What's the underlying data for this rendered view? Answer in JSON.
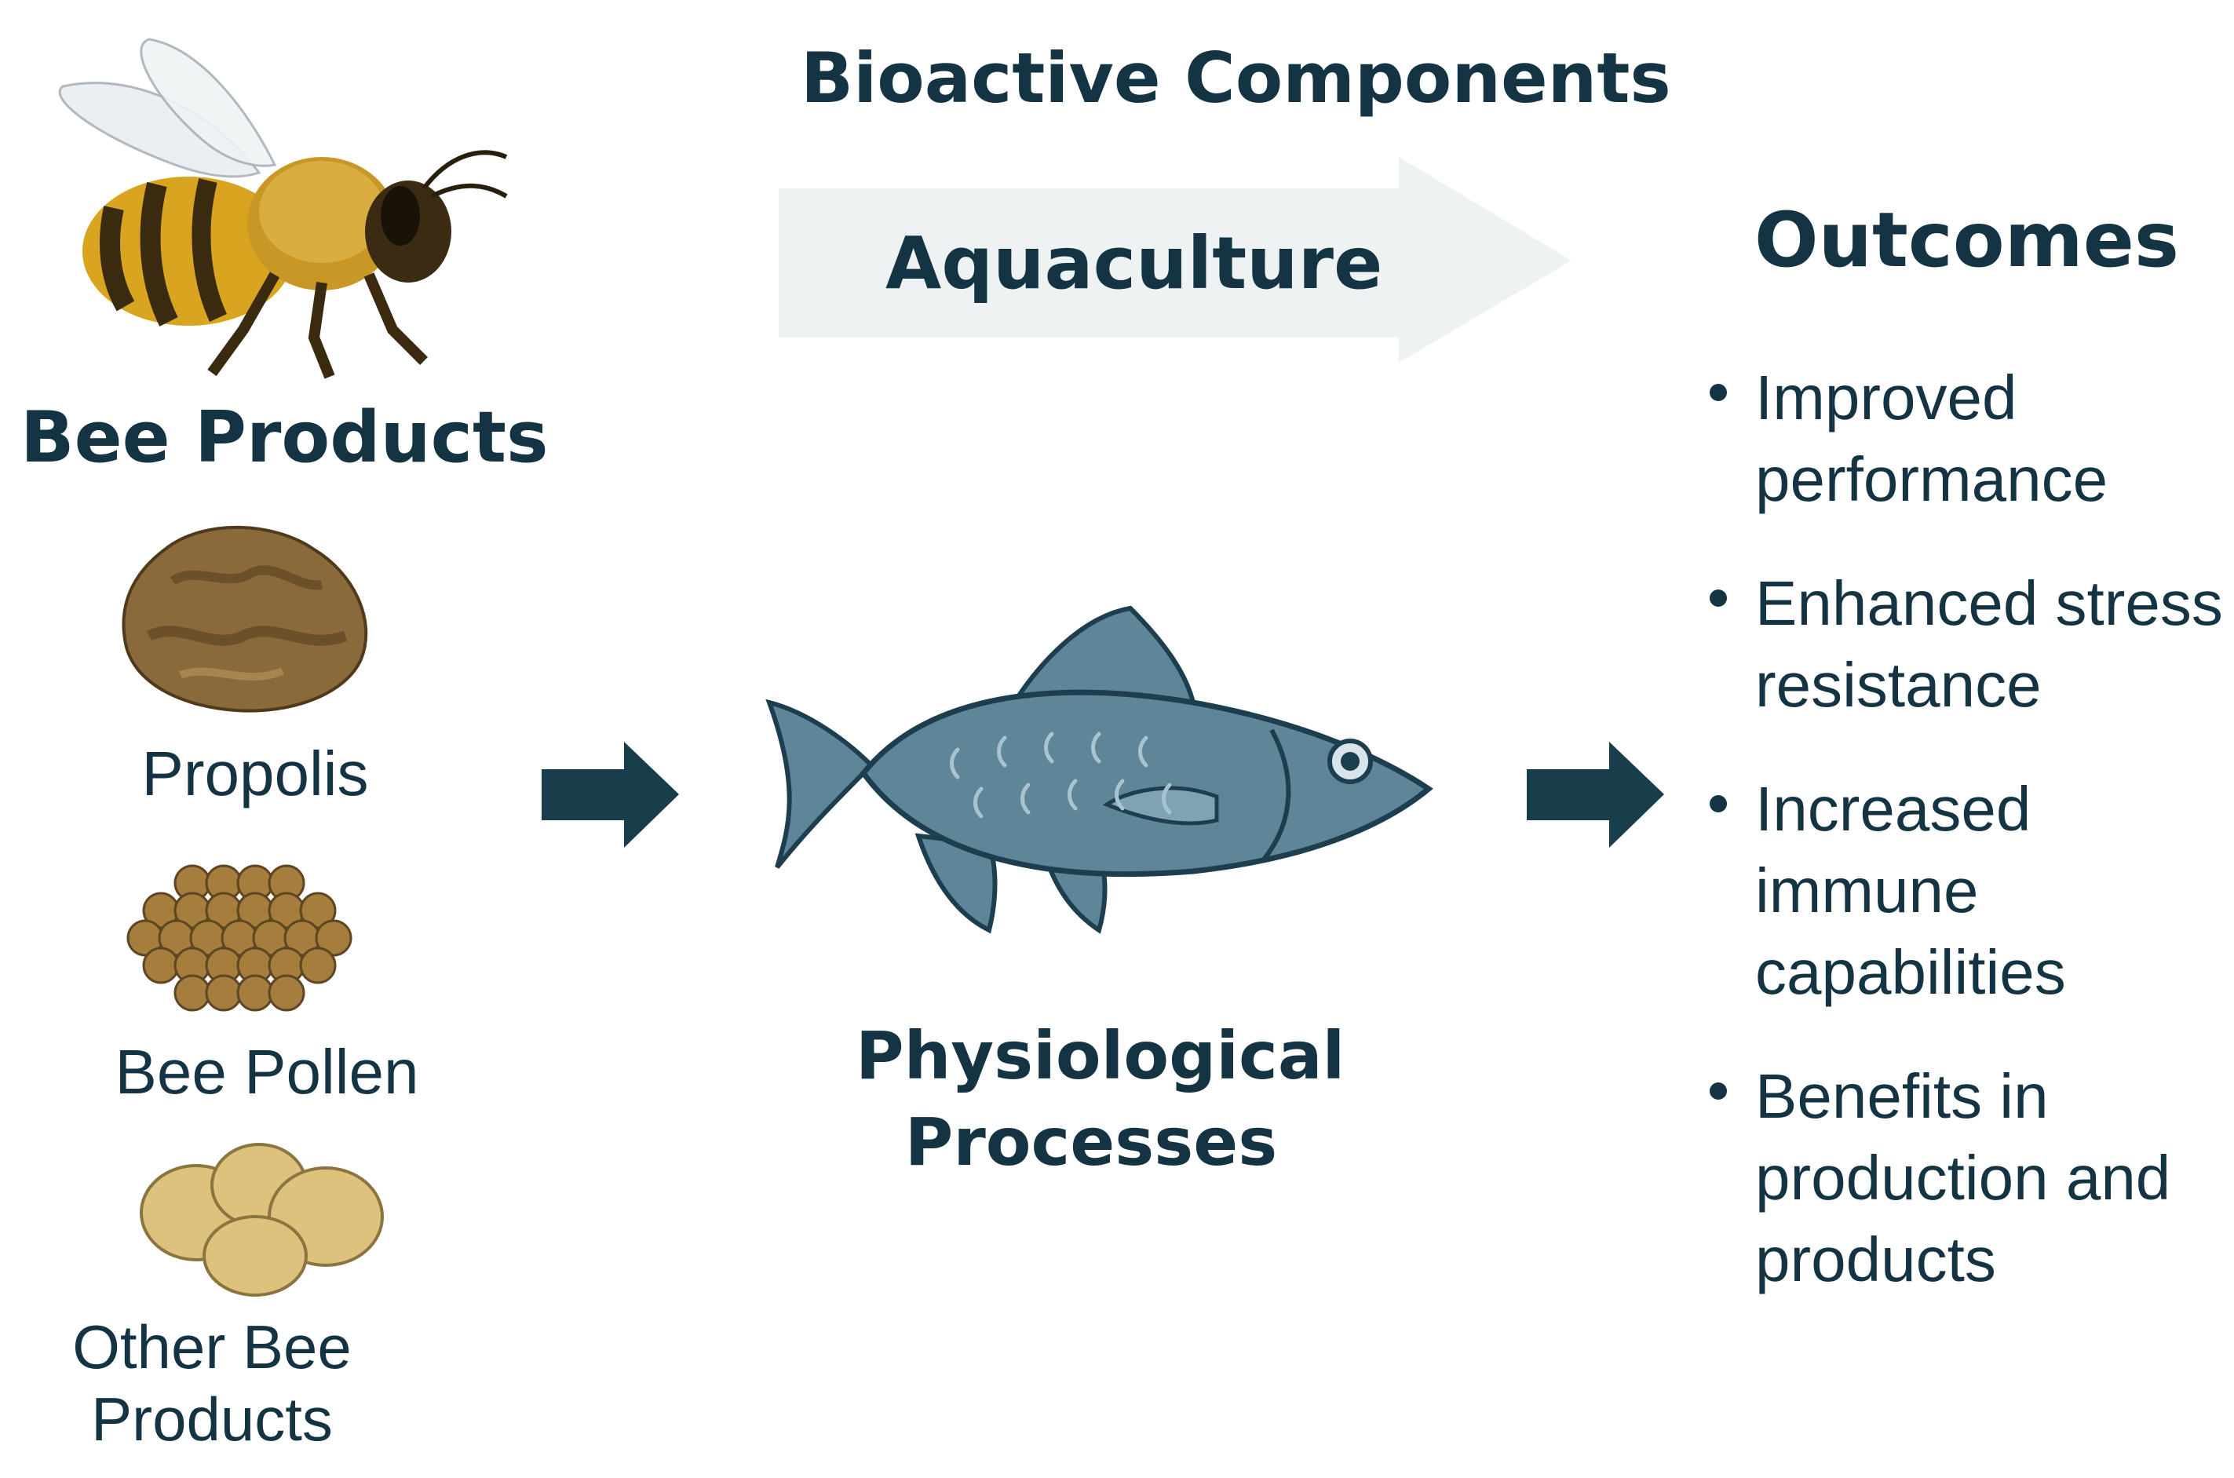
{
  "header": {
    "bioactive_title": "Bioactive Components",
    "aquaculture_label": "Aquaculture",
    "outcomes_title": "Outcomes"
  },
  "left_column": {
    "title": "Bee Products",
    "items": [
      {
        "label": "Propolis",
        "icon": "propolis-icon"
      },
      {
        "label": "Bee Pollen",
        "icon": "pollen-icon"
      },
      {
        "label": "Other Bee Products",
        "icon": "other-bee-products-icon"
      }
    ]
  },
  "center": {
    "label": "Physiological Processes",
    "icon": "fish-icon"
  },
  "outcomes": [
    "Improved performance",
    "Enhanced stress resistance",
    "Increased immune capabilities",
    "Benefits in production and products"
  ],
  "colors": {
    "text": "#153443",
    "arrow": "#173e4a",
    "big_arrow_fill": "#eef2f2",
    "fish": "#5f8599",
    "fish_outline": "#1d3e4e",
    "propolis": "#8a6a3a",
    "pollen": "#a57d3c",
    "other_products": "#dcc27c"
  }
}
